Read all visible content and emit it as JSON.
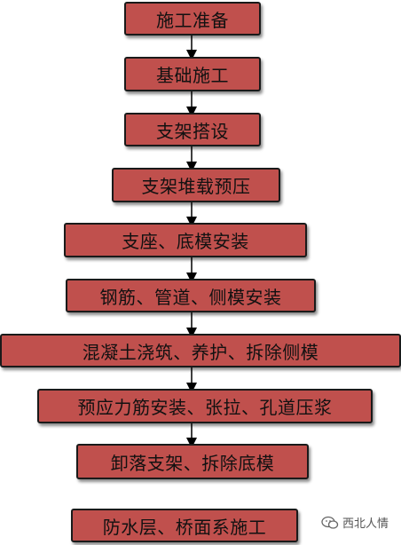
{
  "steps": [
    "施工准备",
    "基础施工",
    "支架搭设",
    "支架堆载预压",
    "支座、底模安装",
    "钢筋、管道、侧模安装",
    "混凝土浇筑、养护、拆除侧模",
    "预应力筋安装、张拉、孔道压浆",
    "卸落支架、拆除底模",
    "防水层、桥面系施工"
  ],
  "watermark": "西北人情",
  "colors": {
    "box_fill": "#c0504d",
    "box_border": "#1a1a1a",
    "arrow": "#000000"
  }
}
